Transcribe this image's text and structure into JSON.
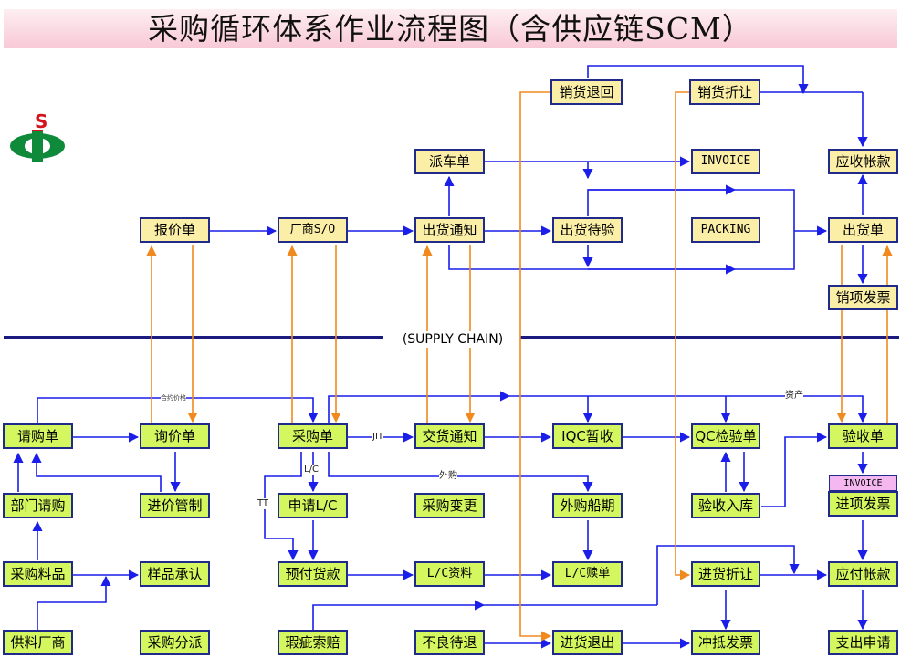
{
  "title": "采购循环体系作业流程图（含供应链SCM）",
  "divider_label": "(SUPPLY CHAIN)",
  "colors": {
    "line": "#1a1ee8",
    "feedback": "#f08a1e",
    "box_border": "#1f2a8a",
    "yellow_box": "#fbeea6",
    "green_box": "#d4f75f"
  },
  "logo": {
    "letter": "S",
    "icon": "company-logo-icon"
  },
  "sales": {
    "return": "销货退回",
    "discount": "销货折让",
    "dispatch": "派车单",
    "invoice": "INVOICE",
    "receivable": "应收帐款",
    "quotation": "报价单",
    "vendor_so": "厂商S/O",
    "shipping_notice": "出货通知",
    "awaiting_inspection": "出货待验",
    "packing": "PACKING",
    "delivery": "出货单",
    "sales_invoice": "销项发票"
  },
  "purchase": {
    "requisition": "请购单",
    "inquiry": "询价单",
    "order": "采购单",
    "delivery_notice": "交货通知",
    "iqc": "IQC暂收",
    "qc_form": "QC检验单",
    "receipt": "验收单",
    "dept_request": "部门请购",
    "price_control": "进价管制",
    "lc_apply": "申请L/C",
    "order_change": "采购变更",
    "outsourced_schedule": "外购船期",
    "inspection_stock": "验收入库",
    "input_invoice": "进项发票",
    "invoice_tag": "INVOICE",
    "material": "采购料品",
    "sample": "样品承认",
    "prepay": "预付货款",
    "lc_data": "L/C资料",
    "lc_redeem": "L/C赎单",
    "purchase_discount": "进货折让",
    "payable": "应付帐款",
    "supplier": "供料厂商",
    "dispatch_assign": "采购分派",
    "defect_claim": "瑕疵索赔",
    "defective_pending": "不良待退",
    "purchase_return": "进货退出",
    "offset_invoice": "冲抵发票",
    "expense_request": "支出申请"
  },
  "edge_labels": {
    "contract_price": "合约价格",
    "jit": "JIT",
    "lc": "L/C",
    "tt": "TT",
    "outsourced": "外购",
    "asset": "资产"
  }
}
